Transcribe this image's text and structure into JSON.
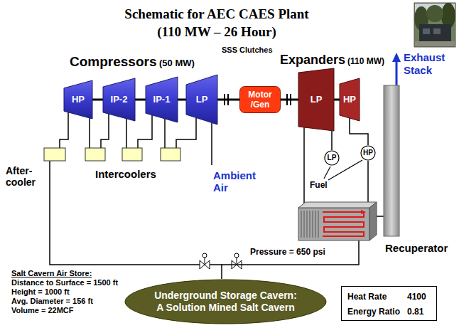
{
  "diagram": {
    "title": "Schematic for AEC CAES Plant (110 MW – 26 Hour)",
    "nodes": [
      {
        "text": [
          "HP"
        ]
      },
      {
        "text": [
          "IP-2"
        ]
      },
      {
        "text": [
          "IP-1"
        ]
      },
      {
        "text": [
          "LP"
        ]
      },
      {
        "text": [
          "Motor /Gen"
        ]
      },
      {
        "text": [
          "LP"
        ]
      },
      {
        "text": [
          "HP"
        ]
      },
      {
        "text": [
          "Exhaust Stack"
        ]
      },
      {
        "text": [
          "LP"
        ]
      },
      {
        "text": [
          "HP"
        ]
      },
      {
        "text": [
          "Recuperator"
        ]
      },
      {
        "text": [
          "Underground Storage Cavern: A Solution Mined Salt Cavern"
        ]
      }
    ],
    "edges": [
      {
        "from": 0,
        "to": 1,
        "arrow": "none"
      },
      {
        "from": 1,
        "to": 2,
        "arrow": "none"
      },
      {
        "from": 2,
        "to": 3,
        "arrow": "none"
      },
      {
        "from": 3,
        "to": 4,
        "arrow": "none"
      },
      {
        "from": 4,
        "to": 5,
        "arrow": "none"
      },
      {
        "from": 5,
        "to": 6,
        "arrow": "none"
      },
      {
        "from": 8,
        "to": 5,
        "arrow": "none"
      },
      {
        "from": 9,
        "to": 6,
        "arrow": "none"
      },
      {
        "from": 10,
        "to": 9,
        "arrow": "none"
      },
      {
        "from": 5,
        "to": 10,
        "arrow": "none"
      },
      {
        "from": 10,
        "to": 7,
        "arrow": "none"
      },
      {
        "from": 11,
        "to": 10,
        "arrow": "none"
      }
    ],
    "labels": [
      "Compressors",
      "(50 MW)",
      "SSS Clutches",
      "Expanders",
      "(110 MW)",
      "After-cooler",
      "Intercoolers",
      "Ambient Air",
      "Fuel",
      "Pressure = 650 psi",
      "Salt Cavern Air Store:",
      "Distance to Surface = 1500 ft",
      "Height = 1000 ft",
      "Avg. Diameter = 156 ft",
      "Volume = 22MCF",
      "Heat Rate",
      "4100",
      "Energy Ratio",
      "0.81"
    ]
  }
}
